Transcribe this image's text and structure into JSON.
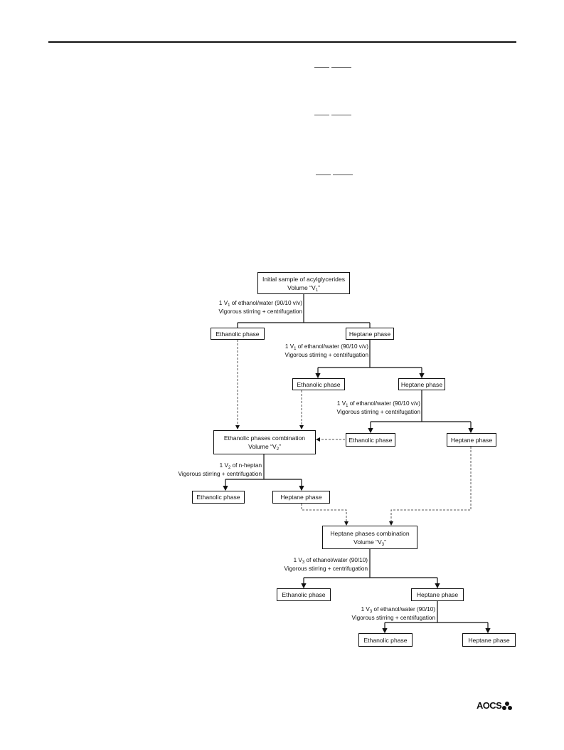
{
  "nodes": {
    "initial": {
      "line1": "Initial sample of acylglycerides",
      "line2_pre": "Volume “V",
      "line2_sub": "1",
      "line2_post": "”"
    },
    "eth1": {
      "label": "Ethanolic phase"
    },
    "hep1": {
      "label": "Heptane phase"
    },
    "eth2": {
      "label": "Ethanolic phase"
    },
    "hep2": {
      "label": "Heptane phase"
    },
    "eth3": {
      "label": "Ethanolic phase"
    },
    "hep3": {
      "label": "Heptane phase"
    },
    "ethcomb": {
      "line1": "Ethanolic phases combination",
      "line2_pre": "Volume “V",
      "line2_sub": "2",
      "line2_post": "”"
    },
    "eth4": {
      "label": "Ethanolic phase"
    },
    "hep4": {
      "label": "Heptane phase"
    },
    "hepcomb": {
      "line1": "Heptane phases combination",
      "line2_pre": "Volume “V",
      "line2_sub": "3",
      "line2_post": "”"
    },
    "eth5": {
      "label": "Ethanolic phase"
    },
    "hep5": {
      "label": "Heptane phase"
    },
    "eth6": {
      "label": "Ethanolic phase"
    },
    "hep6": {
      "label": "Heptane phase"
    }
  },
  "steps": {
    "s1": {
      "pre": "1 V",
      "sub": "1",
      "post": " of ethanol/water (90/10 v/v)",
      "line2": "Vigorous stirring + centrifugation"
    },
    "s2": {
      "pre": "1 V",
      "sub": "1",
      "post": " of ethanol/water (90/10 v/v)",
      "line2": "Vigorous stirring + centrifugation"
    },
    "s3": {
      "pre": "1 V",
      "sub": "1",
      "post": " of ethanol/water (90/10 v/v)",
      "line2": "Vigorous stirring + centrifugation"
    },
    "s4": {
      "pre": "1 V",
      "sub": "2",
      "post": "  of n-heptan",
      "line2": "Vigorous stirring + centrifugation"
    },
    "s5": {
      "pre": "1 V",
      "sub": "3",
      "post": " of ethanol/water (90/10)",
      "line2": "Vigorous stirring + centrifugation"
    },
    "s6": {
      "pre": "1 V",
      "sub": "3",
      "post": " of ethanol/water (90/10)",
      "line2": "Vigorous stirring + centrifugation"
    }
  },
  "footer": {
    "logo_text": "AOCS"
  }
}
